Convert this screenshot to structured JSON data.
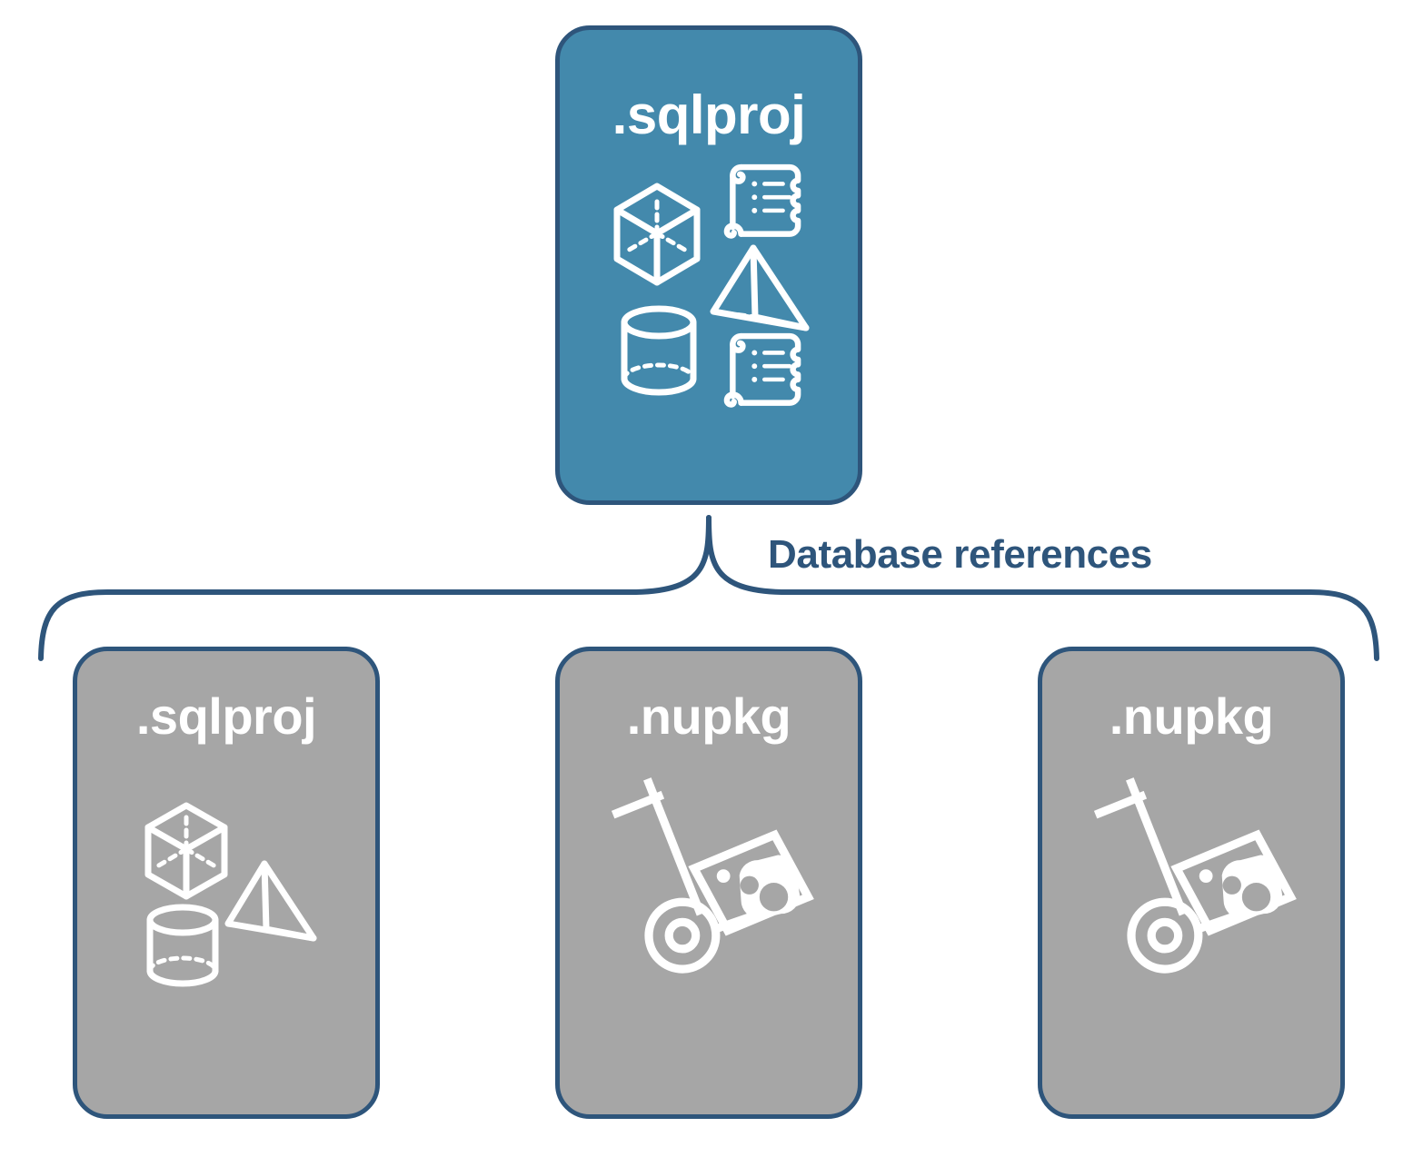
{
  "diagram": {
    "title_text": "Database references",
    "colors": {
      "primary_card_fill": "#4389ac",
      "reference_card_fill": "#a6a6a6",
      "border": "#2e557b",
      "label_text": "#2e557b",
      "icon_stroke": "#ffffff",
      "background": "#ffffff"
    },
    "primary_node": {
      "label": ".sqlproj",
      "icons": [
        "cube-icon",
        "script-scroll-icon",
        "pyramid-icon",
        "cylinder-icon",
        "script-scroll-icon"
      ]
    },
    "connector": {
      "label": "Database references",
      "type": "curly-brace",
      "branch_count": 3
    },
    "reference_nodes": [
      {
        "label": ".sqlproj",
        "icons": [
          "cube-icon",
          "pyramid-icon",
          "cylinder-icon"
        ]
      },
      {
        "label": ".nupkg",
        "icons": [
          "hand-truck-package-icon"
        ]
      },
      {
        "label": ".nupkg",
        "icons": [
          "hand-truck-package-icon"
        ]
      }
    ]
  }
}
